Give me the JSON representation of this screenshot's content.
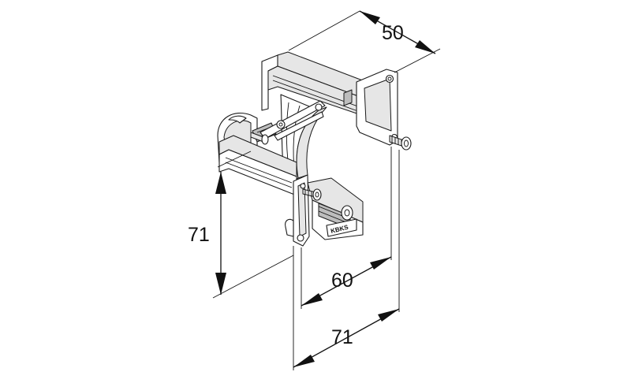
{
  "diagram": {
    "dimensions": [
      {
        "id": "depth",
        "label": "50"
      },
      {
        "id": "height",
        "label": "71"
      },
      {
        "id": "inner-width",
        "label": "60"
      },
      {
        "id": "outer-width",
        "label": "71"
      }
    ],
    "product_mark": "KBKS"
  }
}
